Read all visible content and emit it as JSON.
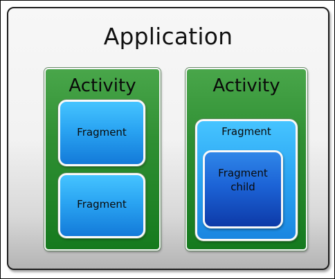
{
  "application": {
    "title": "Application"
  },
  "activities": [
    {
      "title": "Activity",
      "fragments": [
        {
          "label": "Fragment"
        },
        {
          "label": "Fragment"
        }
      ]
    },
    {
      "title": "Activity",
      "fragment": {
        "label": "Fragment",
        "child": {
          "line1": "Fragment",
          "line2": "child"
        }
      }
    }
  ],
  "colors": {
    "activity": "#2f8f33",
    "fragment": "#2aa4f2",
    "fragment_child": "#1c63d6",
    "application_bg": "#f2f2f2"
  }
}
